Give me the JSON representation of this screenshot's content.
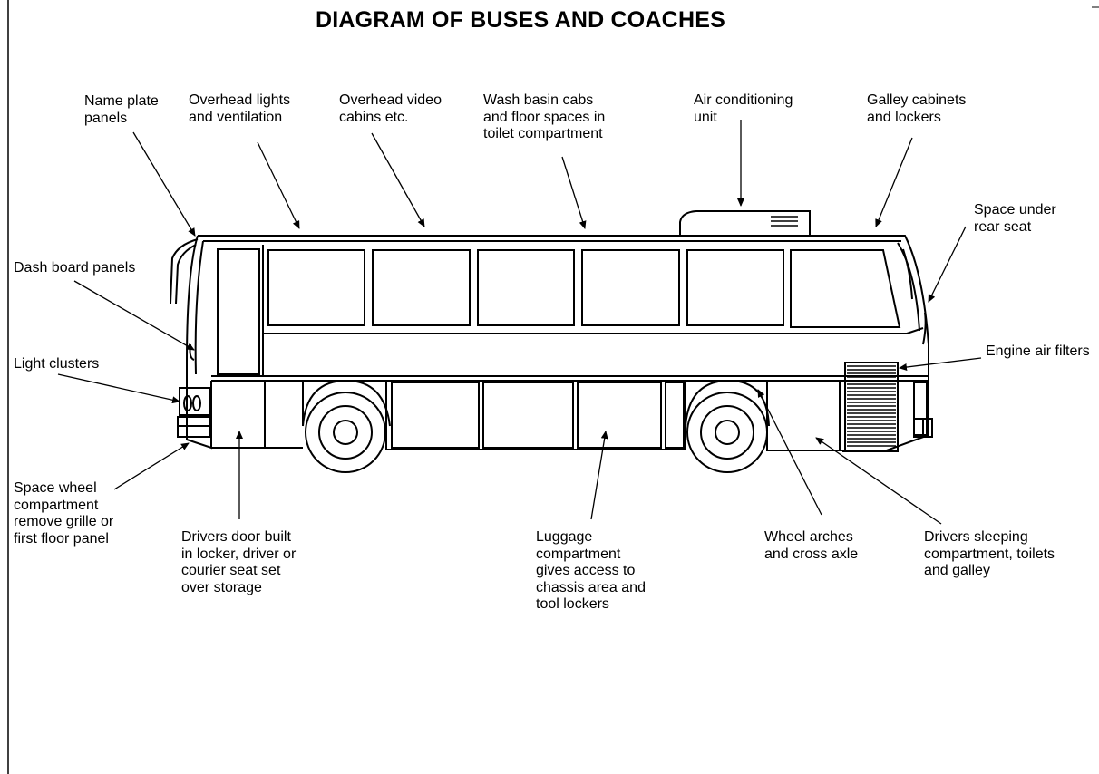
{
  "title": "DIAGRAM OF BUSES AND COACHES",
  "labels": {
    "name_plate": [
      "Name plate",
      "panels"
    ],
    "overhead_lights": [
      "Overhead lights",
      "and ventilation"
    ],
    "overhead_video": [
      "Overhead video",
      "cabins etc."
    ],
    "wash_basin": [
      "Wash basin cabs",
      "and floor spaces in",
      "toilet compartment"
    ],
    "air_conditioning": [
      "Air conditioning",
      "unit"
    ],
    "galley_cabinets": [
      "Galley cabinets",
      "and lockers"
    ],
    "space_under_rear_seat": [
      "Space under",
      "rear seat"
    ],
    "dash_board": [
      "Dash board panels"
    ],
    "engine_air_filters": [
      "Engine air filters"
    ],
    "light_clusters": [
      "Light clusters"
    ],
    "space_wheel": [
      "Space wheel",
      "compartment",
      "remove grille or",
      "first floor panel"
    ],
    "drivers_door": [
      "Drivers door built",
      "in locker, driver or",
      "courier seat set",
      "over storage"
    ],
    "luggage": [
      "Luggage",
      "compartment",
      "gives access to",
      "chassis area and",
      "tool lockers"
    ],
    "wheel_arches": [
      "Wheel arches",
      "and cross axle"
    ],
    "drivers_sleeping": [
      "Drivers sleeping",
      "compartment, toilets",
      "and galley"
    ]
  }
}
